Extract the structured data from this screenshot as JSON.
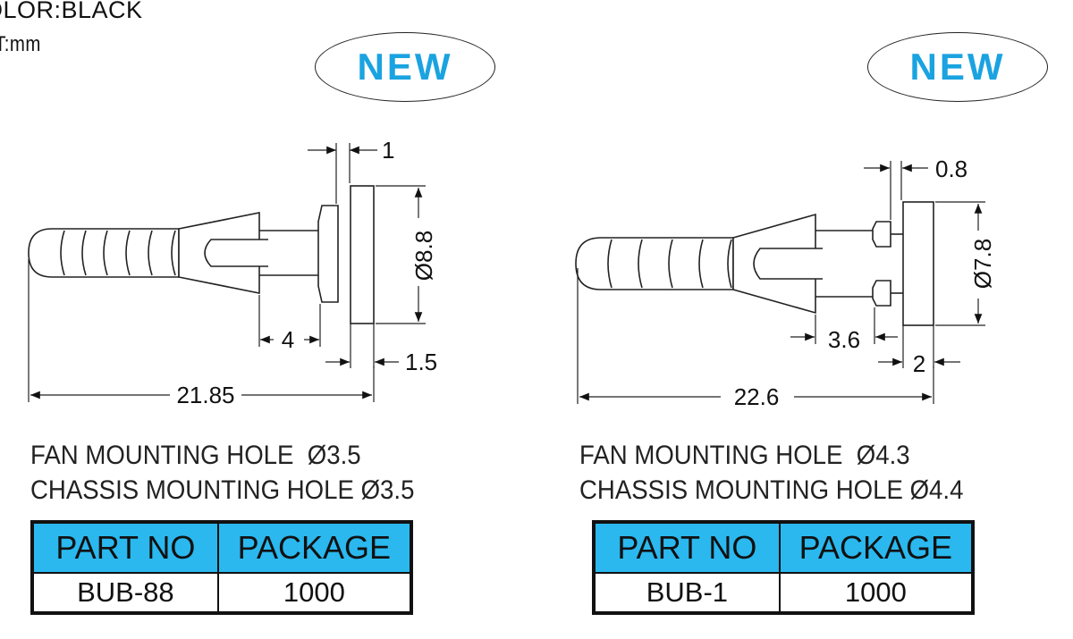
{
  "header": {
    "color_line": "OLOR:BLACK",
    "unit_line": "IIT:mm"
  },
  "badge_text": "NEW",
  "colors": {
    "badge_text": "#1aa3e0",
    "table_header": "#2ab8ef"
  },
  "left": {
    "dims": {
      "top": "1",
      "diameter": "Ø8.8",
      "tip": "4",
      "flange": "1.5",
      "length": "21.85"
    },
    "spec": {
      "fan": "FAN MOUNTING HOLE  Ø3.5",
      "chassis": "CHASSIS MOUNTING HOLE Ø3.5"
    },
    "table": {
      "col1": "PART NO",
      "col2": "PACKAGE",
      "part": "BUB-88",
      "package": "1000"
    }
  },
  "right": {
    "dims": {
      "top": "0.8",
      "diameter": "Ø7.8",
      "tip": "3.6",
      "flange": "2",
      "length": "22.6"
    },
    "spec": {
      "fan": "FAN MOUNTING HOLE  Ø4.3",
      "chassis": "CHASSIS MOUNTING HOLE Ø4.4"
    },
    "table": {
      "col1": "PART NO",
      "col2": "PACKAGE",
      "part": "BUB-1",
      "package": "1000"
    }
  }
}
